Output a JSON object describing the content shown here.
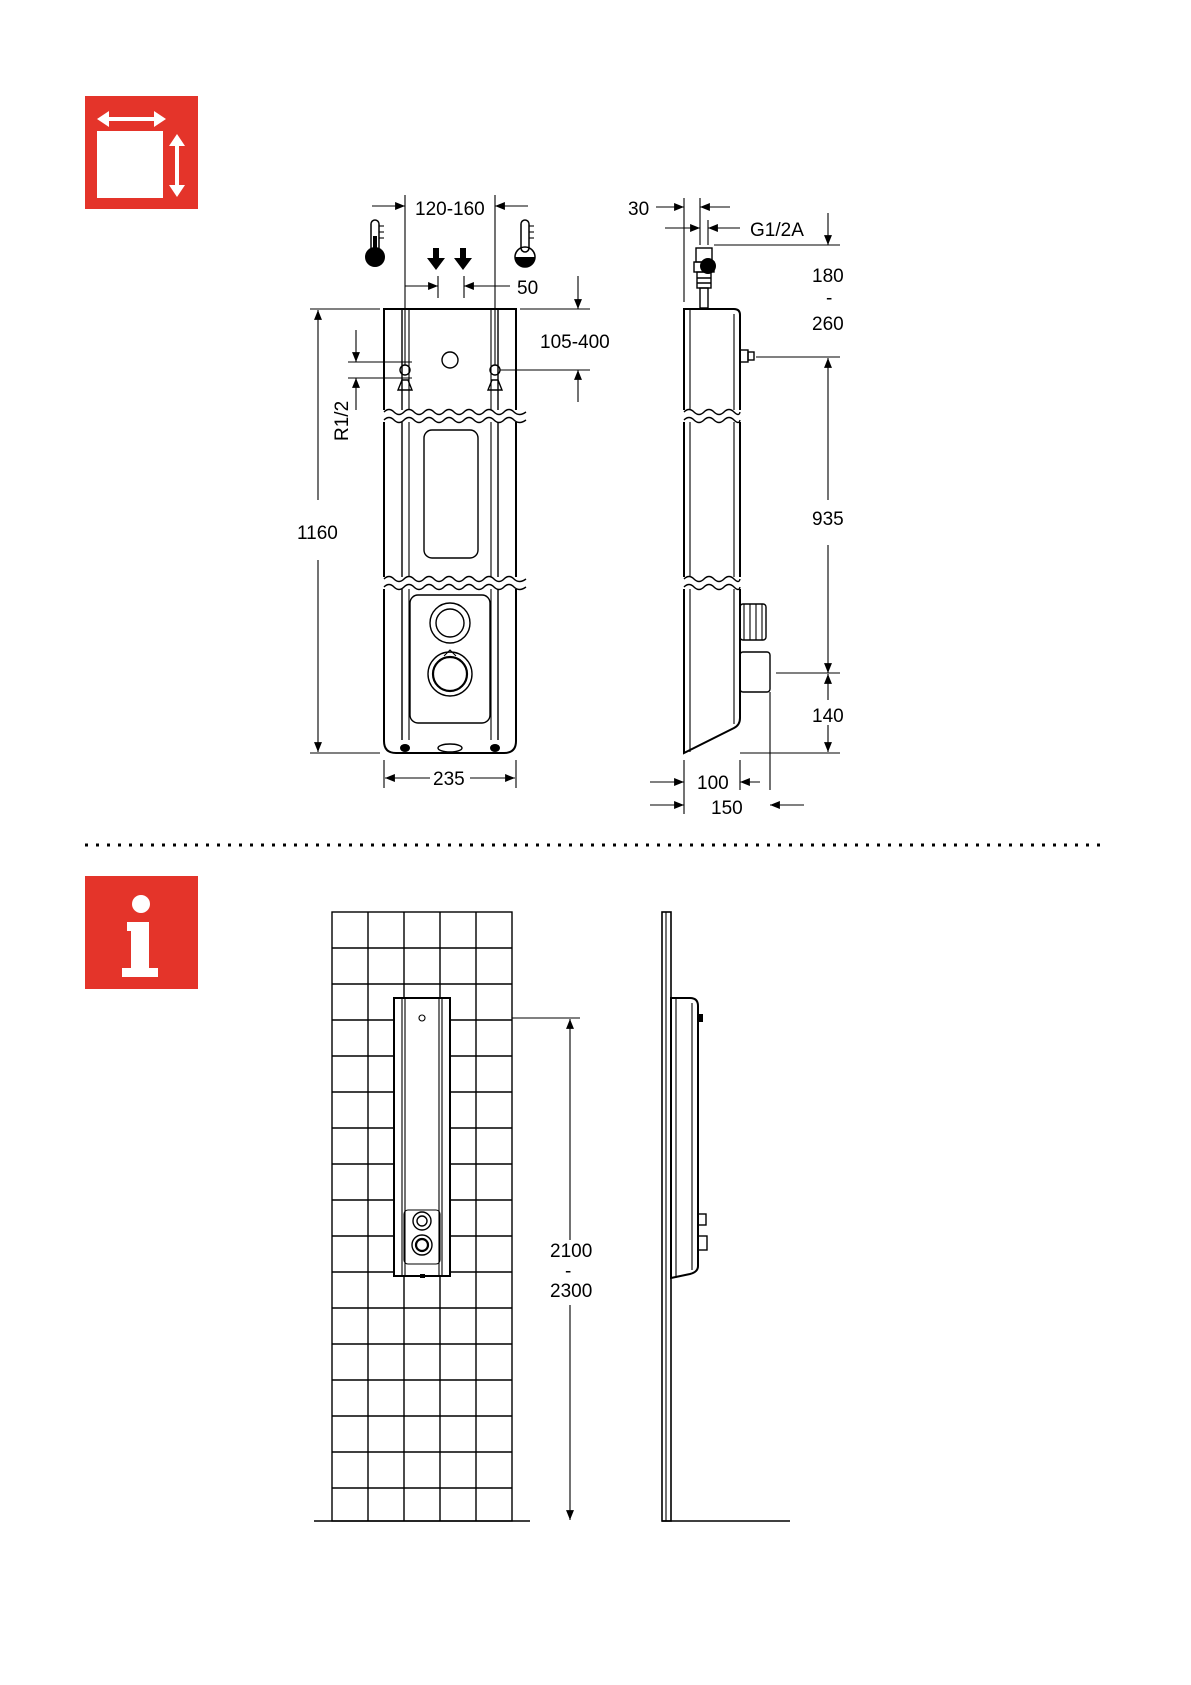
{
  "colors": {
    "badge_red": "#e4342a",
    "ink": "#000000"
  },
  "icons": {
    "dimensions_badge": "dimensions-icon",
    "info_badge": "info-icon",
    "hot_water": "thermometer-hot-icon",
    "cold_water": "thermometer-cold-icon",
    "flow": "flow-arrows-icon"
  },
  "front_view": {
    "inlet_spacing": "120-160",
    "offset": "50",
    "connection": "R1/2",
    "height": "1160",
    "width": "235",
    "inlet_height": "105-400"
  },
  "side_view": {
    "depth_top": "30",
    "thread": "G1/2A",
    "top_range_min": "180",
    "top_range_sep": "-",
    "top_range_max": "260",
    "mid_height": "935",
    "bottom_height": "140",
    "depth_body": "100",
    "depth_total": "150"
  },
  "install_view": {
    "height_min": "2100",
    "height_sep": "-",
    "height_max": "2300"
  }
}
